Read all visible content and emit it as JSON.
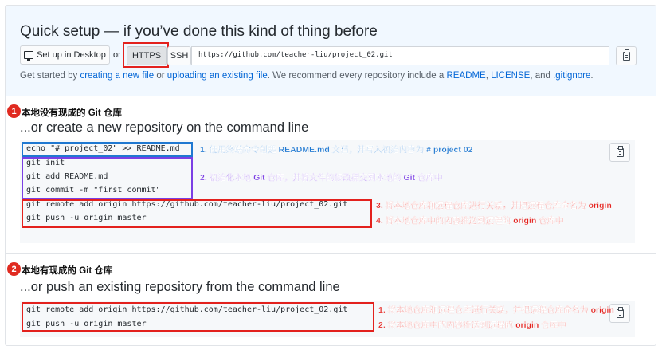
{
  "quick_setup": {
    "title": "Quick setup — if you’ve done this kind of thing before",
    "desktop_button": "Set up in Desktop",
    "or_label": "or",
    "https_label": "HTTPS",
    "ssh_label": "SSH",
    "clone_url": "https://github.com/teacher-liu/project_02.git",
    "get_started": {
      "text1": "Get started by ",
      "link_new_file": "creating a new file",
      "text2": " or ",
      "link_upload": "uploading an existing file",
      "text3": ". We recommend every repository include a ",
      "link_readme": "README",
      "comma1": ", ",
      "link_license": "LICENSE",
      "text4": ", and ",
      "link_gitignore": ".gitignore",
      "text5": "."
    }
  },
  "new_repo": {
    "badge": "1",
    "note": "本地没有现成的 Git 仓库",
    "title": "...or create a new repository on the command line",
    "code": [
      "echo \"# project_02\" >> README.md",
      "git init",
      "git add README.md",
      "git commit -m \"first commit\"",
      "git remote add origin https://github.com/teacher-liu/project_02.git",
      "git push -u origin master"
    ],
    "annotations": [
      "1. 使用终端命令创建 README.md 文档，并写入初始内容为 # project 02",
      "2. 初始化本地 Git 仓库，并将文件的修改提交到本地的 Git 仓库中",
      "3. 将本地仓库和远程仓库进行关联，并把远程仓库命名为 origin",
      "4. 将本地仓库中的内容推送到远程的 origin 仓库中"
    ]
  },
  "existing_repo": {
    "badge": "2",
    "note": "本地有现成的 Git 仓库",
    "title": "...or push an existing repository from the command line",
    "code": [
      "git remote add origin https://github.com/teacher-liu/project_02.git",
      "git push -u origin master"
    ],
    "annotations": [
      "1. 将本地仓库和远程仓库进行关联，并把远程仓库命名为 origin",
      "2. 将本地仓库中的内容推送到远程的 origin 仓库中"
    ]
  },
  "colors": {
    "accent_blue": "#1f78d1",
    "accent_purple": "#7b3fe4",
    "accent_red": "#e3211d",
    "link": "#0366d6"
  }
}
